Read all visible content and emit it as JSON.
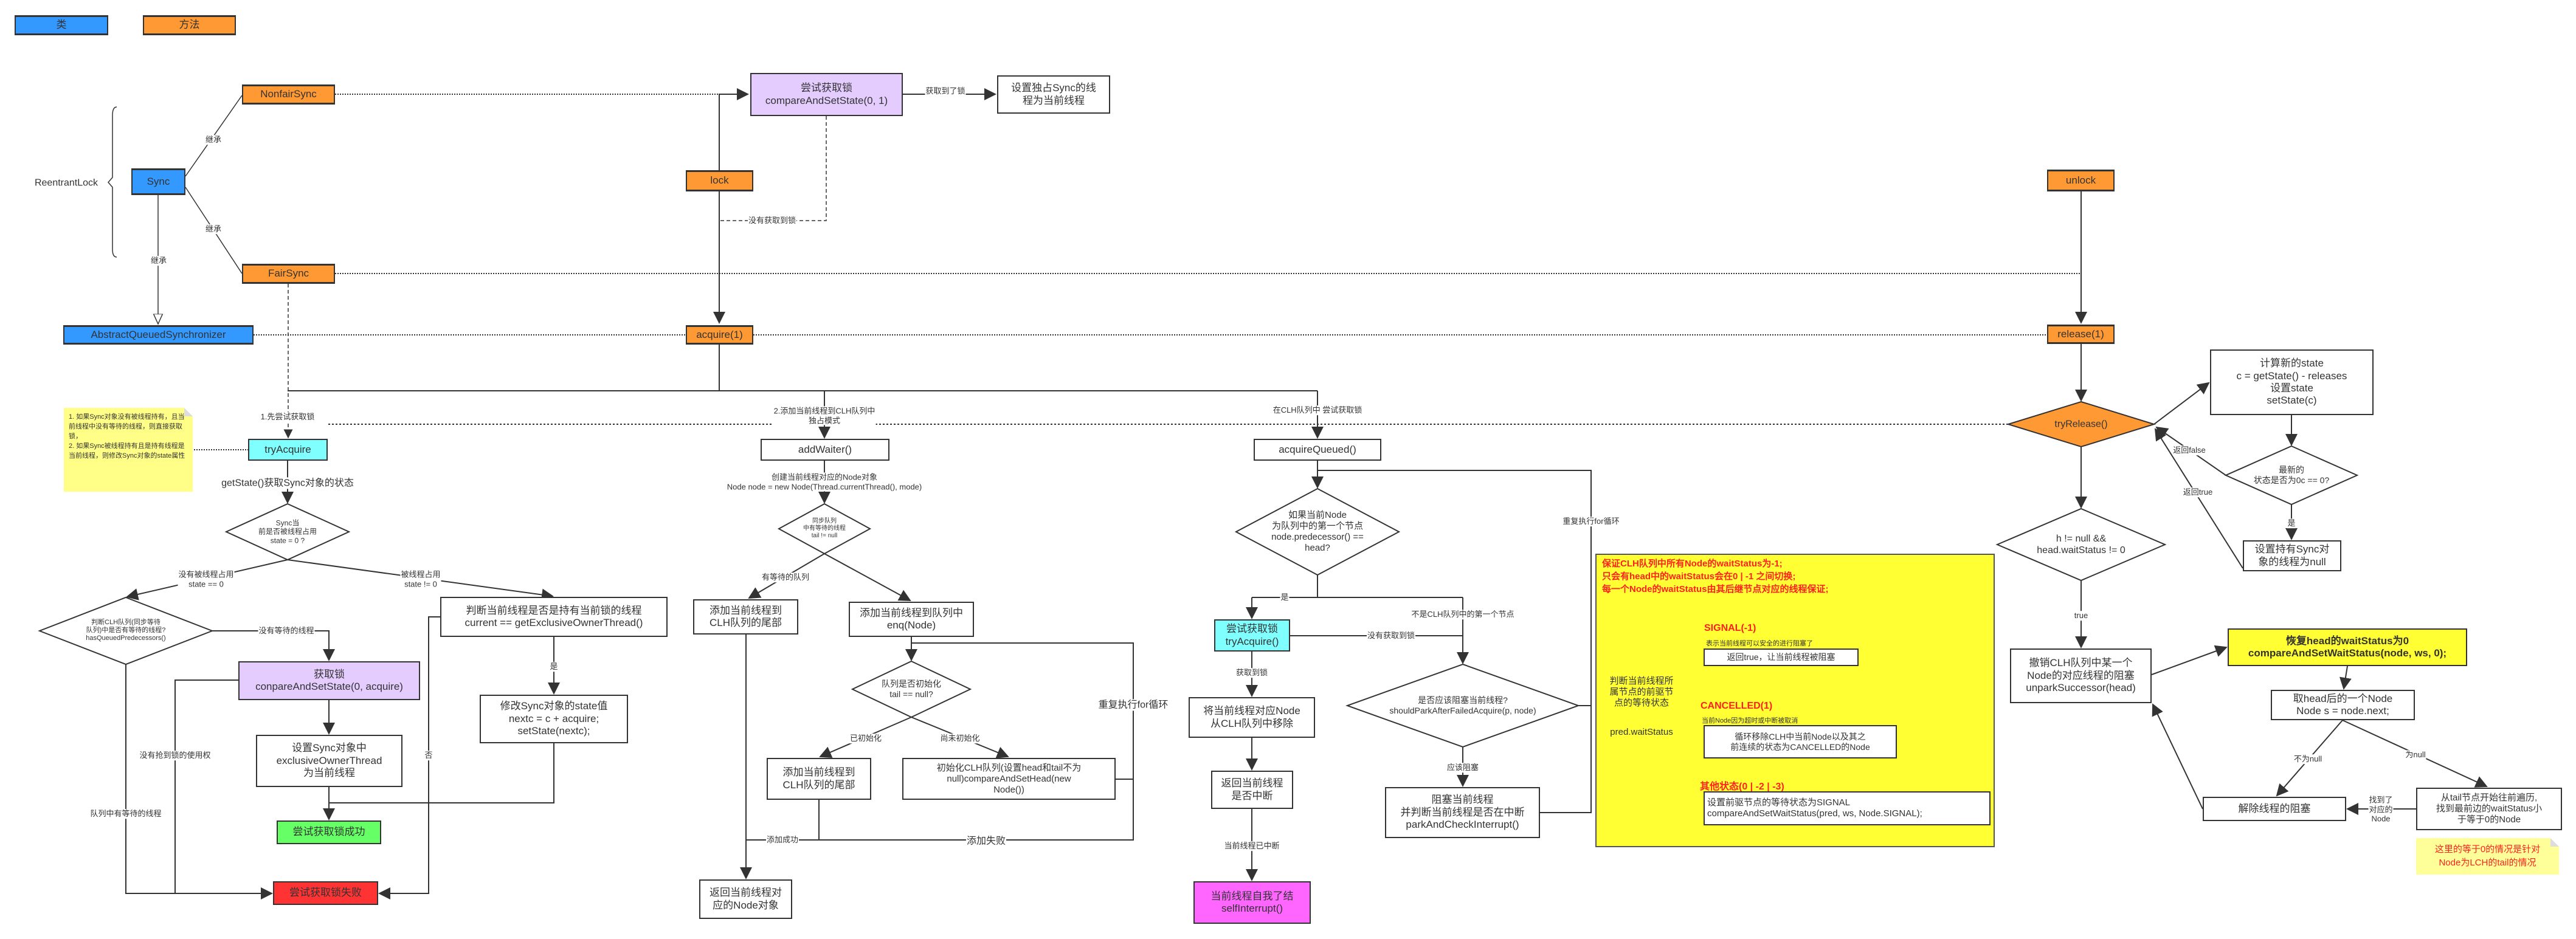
{
  "legend": {
    "class_label": "类",
    "method_label": "方法"
  },
  "classes": {
    "reentrant_lock": "ReentrantLock",
    "sync": "Sync",
    "aqs": "AbstractQueuedSynchronizer",
    "nonfair_sync": "NonfairSync",
    "fair_sync": "FairSync"
  },
  "methods": {
    "lock": "lock",
    "unlock": "unlock",
    "acquire": "acquire(1)",
    "release": "release(1)",
    "try_release": "tryRelease()"
  },
  "inherit_label": "继承",
  "lock_path": {
    "cas_box": "尝试获取锁\ncompareAndSetState(0, 1)",
    "set_owner_box": "设置独占Sync的线\n程为当前线程",
    "got_lock_label": "获取到了锁",
    "not_got_lock_label": "没有获取到锁"
  },
  "try_acquire": {
    "step_label": "1.先尝试获取锁",
    "box": "tryAcquire",
    "note": "1. 如果Sync对象没有被线程持有，且当前线程中没有等待的线程，则直接获取锁，\n2. 如果Sync被线程持有且是持有线程是当前线程，则修改Sync对象的state属性",
    "get_state_label": "getState()获取Sync对象的状态",
    "state_diamond": "Sync当\n前是否被线程占用\nstate = 0 ?",
    "not_occupied_label": "没有被线程占用\nstate == 0",
    "occupied_label": "被线程占用\nstate != 0",
    "queue_diamond": "判断CLH队列(同步等待\n队列)中是否有等待的线程?\nhasQueuedPredecessors()",
    "no_waiting_label": "没有等待的线程",
    "cas_box": "获取锁\nconpareAndSetState(0, acquire)",
    "set_owner_box": "设置Sync对象中\nexclusiveOwnerThread\n为当前线程",
    "success_box": "尝试获取锁成功",
    "fail_box": "尝试获取锁失败",
    "no_right_label": "没有抢到锁的使用权",
    "has_waiting_label": "队列中有等待的线程",
    "check_owner_box": "判断当前线程是否是持有当前锁的线程\ncurrent == getExclusiveOwnerThread()",
    "yes_label": "是",
    "no_label": "否",
    "modify_state_box": "修改Sync对象的state值\nnextc = c + acquire;\nsetState(nextc);"
  },
  "add_waiter": {
    "step_label": "2.添加当前线程到CLH队列中\n独占模式",
    "box": "addWaiter()",
    "create_label": "创建当前线程对应的Node对象\nNode node = new Node(Thread.currentThread(), mode)",
    "tail_diamond": "同步队列\n中有等待的线程\ntail != null",
    "has_queue_label": "有等待的队列",
    "add_tail_box": "添加当前线程到\nCLH队列的尾部",
    "enq_box": "添加当前线程到队列中\nenq(Node)",
    "init_diamond": "队列是否初始化\ntail == null?",
    "inited_label": "已初始化",
    "not_inited_label": "尚未初始化",
    "add_tail_box2": "添加当前线程到\nCLH队列的尾部",
    "init_box": "初始化CLH队列(设置head和tail不为\nnull)compareAndSetHead(new\nNode())",
    "loop_label": "重复执行for循环",
    "add_ok_label": "添加成功",
    "add_fail_label": "添加失败",
    "return_box": "返回当前线程对\n应的Node对象"
  },
  "acquire_queued": {
    "step_label": "在CLH队列中 尝试获取锁",
    "box": "acquireQueued()",
    "loop_label": "重复执行for循环",
    "first_diamond": "如果当前Node\n为队列中的第一个节点\nnode.predecessor() ==\nhead?",
    "yes_label": "是",
    "not_first_label": "不是CLH队列中的第一个节点",
    "try_box": "尝试获取锁\ntryAcquire()",
    "not_got_label": "没有获取到锁",
    "got_label": "获取到锁",
    "remove_box": "将当前线程对应Node\n从CLH队列中移除",
    "return_box": "返回当前线程\n是否中断",
    "interrupted_label": "当前线程已中断",
    "self_interrupt_box": "当前线程自我了结\nselfInterrupt()",
    "park_diamond": "是否应该阻塞当前线程?\nshouldParkAfterFailedAcquire(p, node)",
    "should_park_label": "应该阻塞",
    "park_box": "阻塞当前线程\n并判断当前线程是否在中断\nparkAndCheckInterrupt()"
  },
  "wait_status": {
    "rules": [
      "保证CLH队列中所有Node的waitStatus为-1;",
      "只会有head中的waitStatus会在0 | -1 之间切换;",
      "每一个Node的waitStatus由其后继节点对应的线程保证;"
    ],
    "judge_text": "判断当前线程所\n属节点的前驱节\n点的等待状态",
    "pred_text": "pred.waitStatus",
    "signal_title": "SIGNAL(-1)",
    "signal_desc": "表示当前线程可以安全的进行阻塞了",
    "signal_box": "返回true，让当前线程被阻塞",
    "cancelled_title": "CANCELLED(1)",
    "cancelled_desc": "当前Node因为超时或中断被取消",
    "cancelled_box": "循环移除CLH中当前Node以及其之\n前连续的状态为CANCELLED的Node",
    "other_title": "其他状态(0 | -2 | -3)",
    "other_box": "设置前驱节点的等待状态为SIGNAL\ncompareAndSetWaitStatus(pred, ws, Node.SIGNAL);"
  },
  "release_path": {
    "calc_box": "计算新的state\nc = getState() - releases\n设置state\nsetState(c)",
    "zero_diamond": "最新的\n状态是否为0c == 0?",
    "return_false_label": "返回false",
    "return_true_label": "返回true",
    "yes_label": "是",
    "clear_owner_box": "设置持有Sync对\n象的线程为null",
    "head_diamond": "h != null &&\nhead.waitStatus != 0",
    "true_label": "true",
    "unpark_box": "撤销CLH队列中某一个\nNode的对应线程的阻塞\nunparkSuccessor(head)",
    "reset_box": "恢复head的waitStatus为0\ncompareAndSetWaitStatus(node, ws, 0);",
    "next_box": "取head后的一个Node\nNode s = node.next;",
    "not_null_label": "不为null",
    "null_label": "为null",
    "unblock_box": "解除线程的阻塞",
    "traverse_box": "从tail节点开始往前遍历,\n找到最前边的waitStatus小\n于等于0的Node",
    "found_label": "找到了\n对应的\nNode",
    "note": "这里的等于0的情况是针对\nNode为LCH的tail的情况"
  }
}
